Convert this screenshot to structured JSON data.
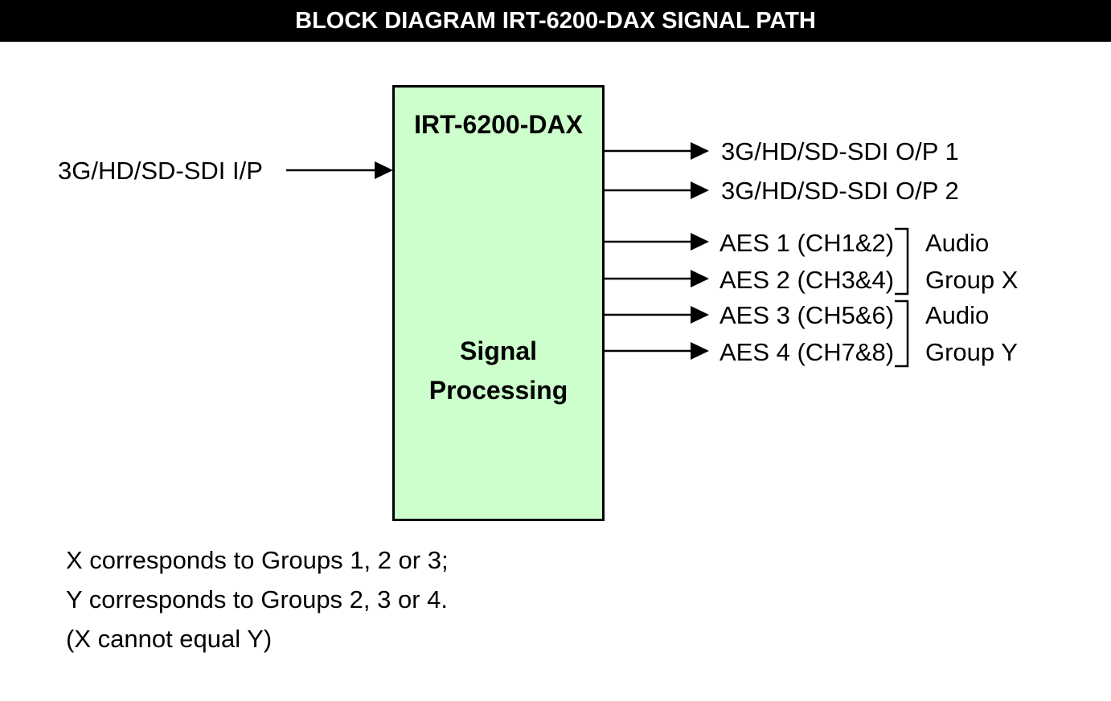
{
  "title": "BLOCK DIAGRAM IRT-6200-DAX SIGNAL PATH",
  "block": {
    "name": "IRT-6200-DAX",
    "function_line1": "Signal",
    "function_line2": "Processing",
    "fill_color": "#ccffcc",
    "border_color": "#000000"
  },
  "input": {
    "label": "3G/HD/SD-SDI I/P"
  },
  "outputs": [
    {
      "label": "3G/HD/SD-SDI O/P 1"
    },
    {
      "label": "3G/HD/SD-SDI O/P 2"
    },
    {
      "label": "AES 1 (CH1&2)"
    },
    {
      "label": "AES 2 (CH3&4)"
    },
    {
      "label": "AES 3 (CH5&6)"
    },
    {
      "label": "AES 4 (CH7&8)"
    }
  ],
  "groups": [
    {
      "line1": "Audio",
      "line2": "Group X"
    },
    {
      "line1": "Audio",
      "line2": "Group Y"
    }
  ],
  "notes": [
    "X corresponds to Groups 1, 2 or 3;",
    "Y corresponds to Groups 2, 3 or 4.",
    "(X cannot equal Y)"
  ]
}
